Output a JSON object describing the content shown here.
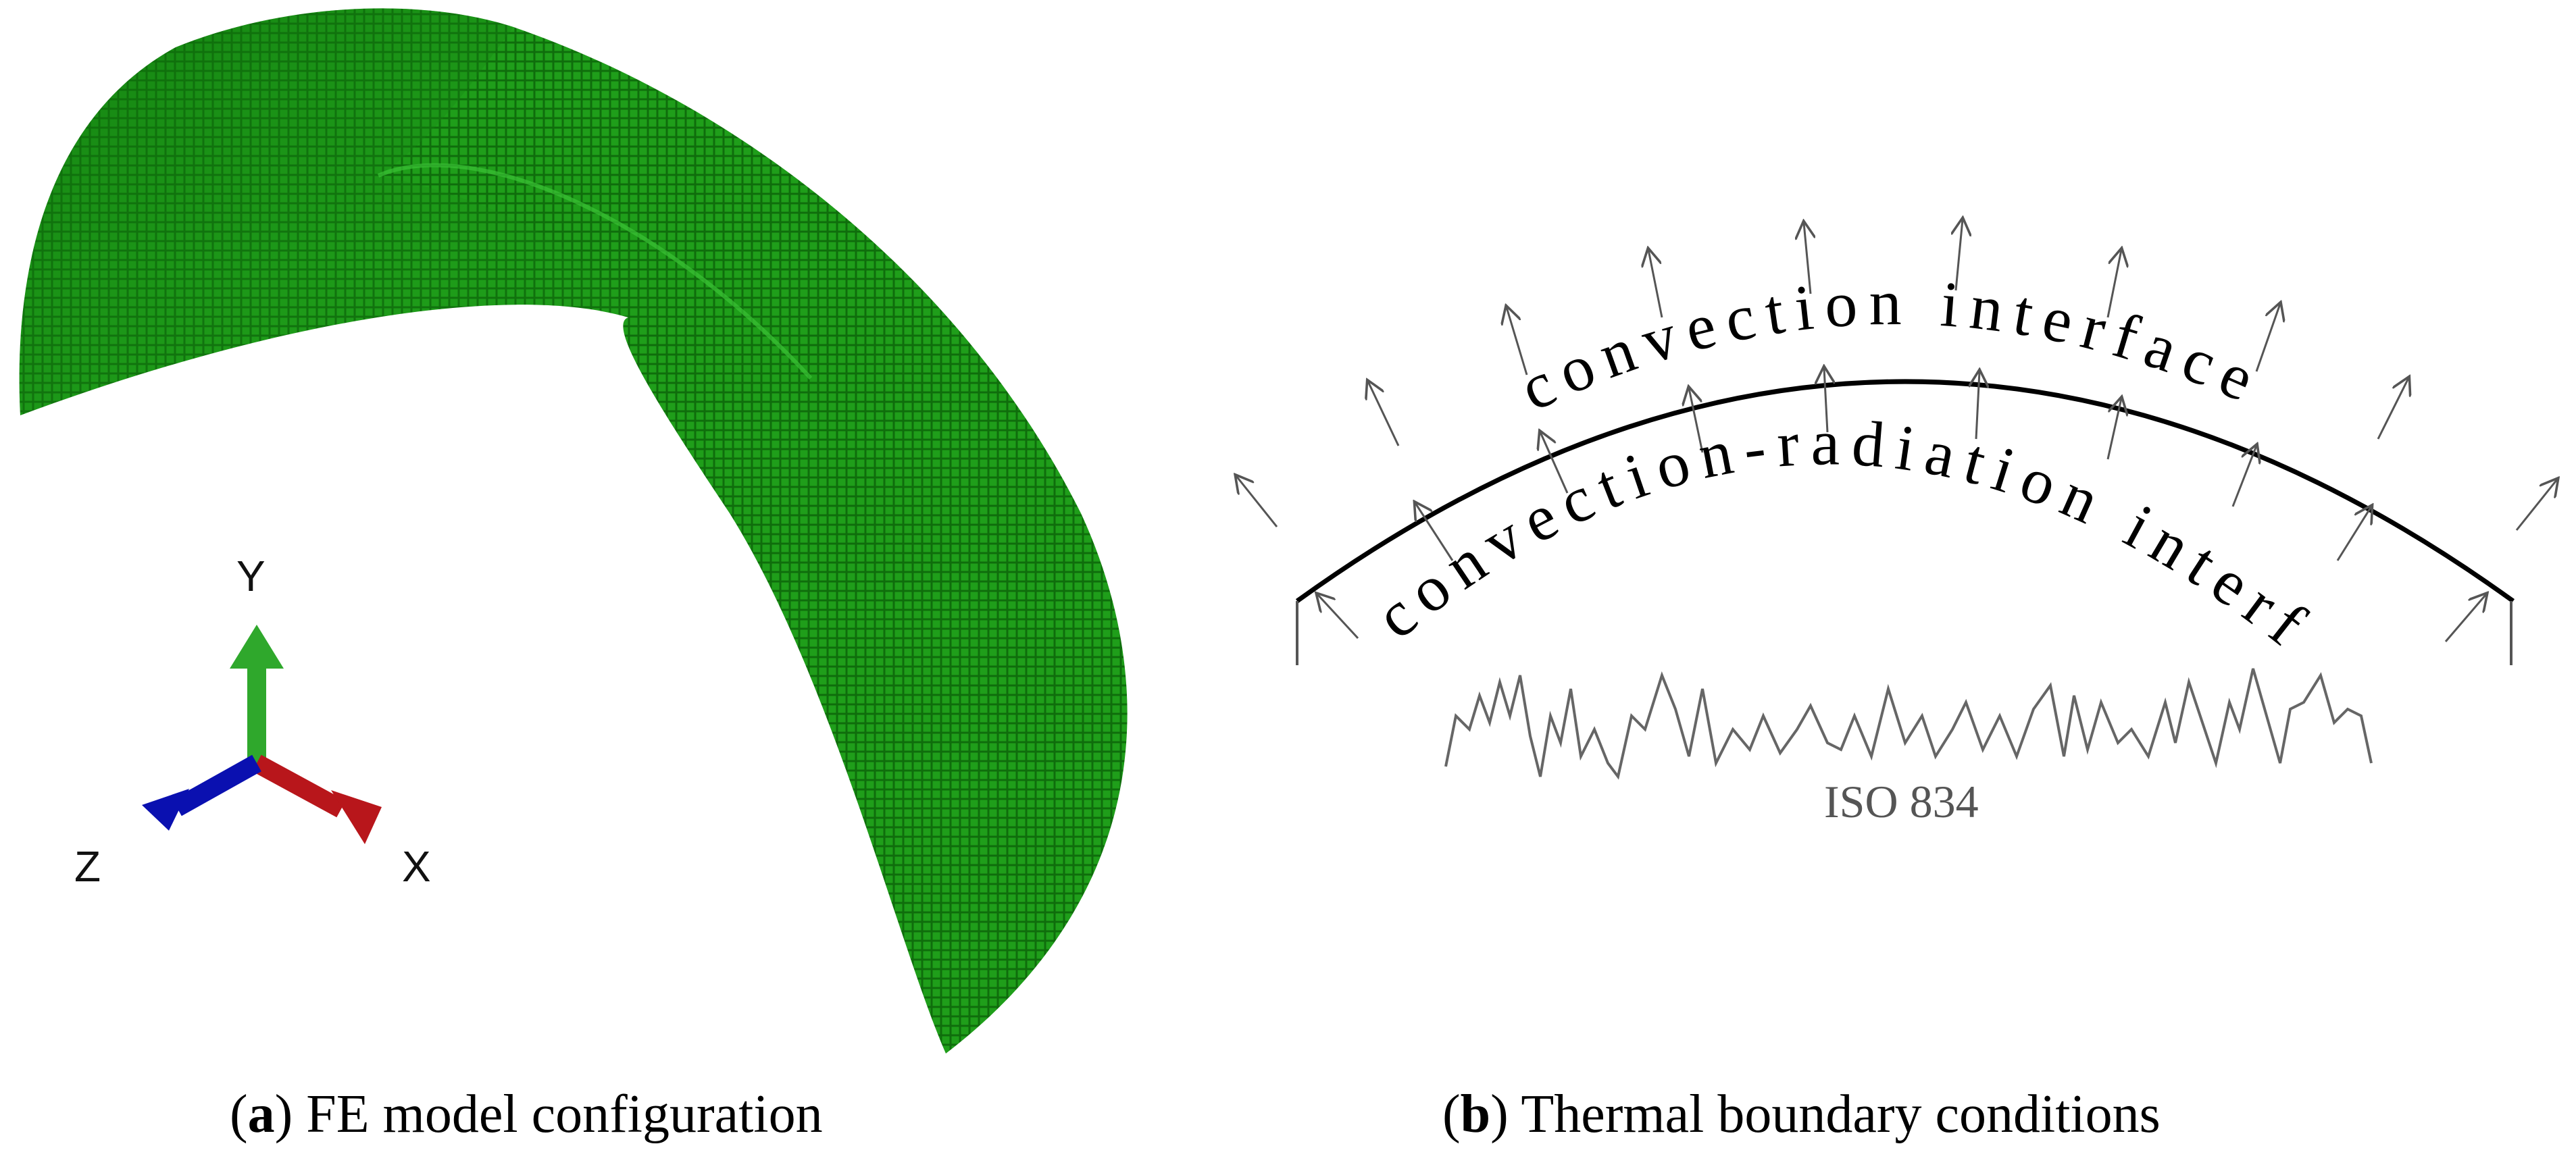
{
  "panel_a": {
    "caption_letter": "a",
    "caption_text": " FE model configuration",
    "axes": {
      "y_label": "Y",
      "x_label": "X",
      "z_label": "Z"
    },
    "colors": {
      "mesh": "#1f9e1a",
      "mesh_dark": "#0f6d0c",
      "y_axis": "#2fa82c",
      "x_axis": "#b8161b",
      "z_axis": "#0a10b0"
    }
  },
  "panel_b": {
    "caption_letter": "b",
    "caption_text": " Thermal boundary conditions",
    "outer_label": "convection interface",
    "inner_label": "convection-radiation interface",
    "fire_label": "ISO 834",
    "colors": {
      "arc": "#000000",
      "arrow": "#555555",
      "fire": "#666666"
    }
  }
}
